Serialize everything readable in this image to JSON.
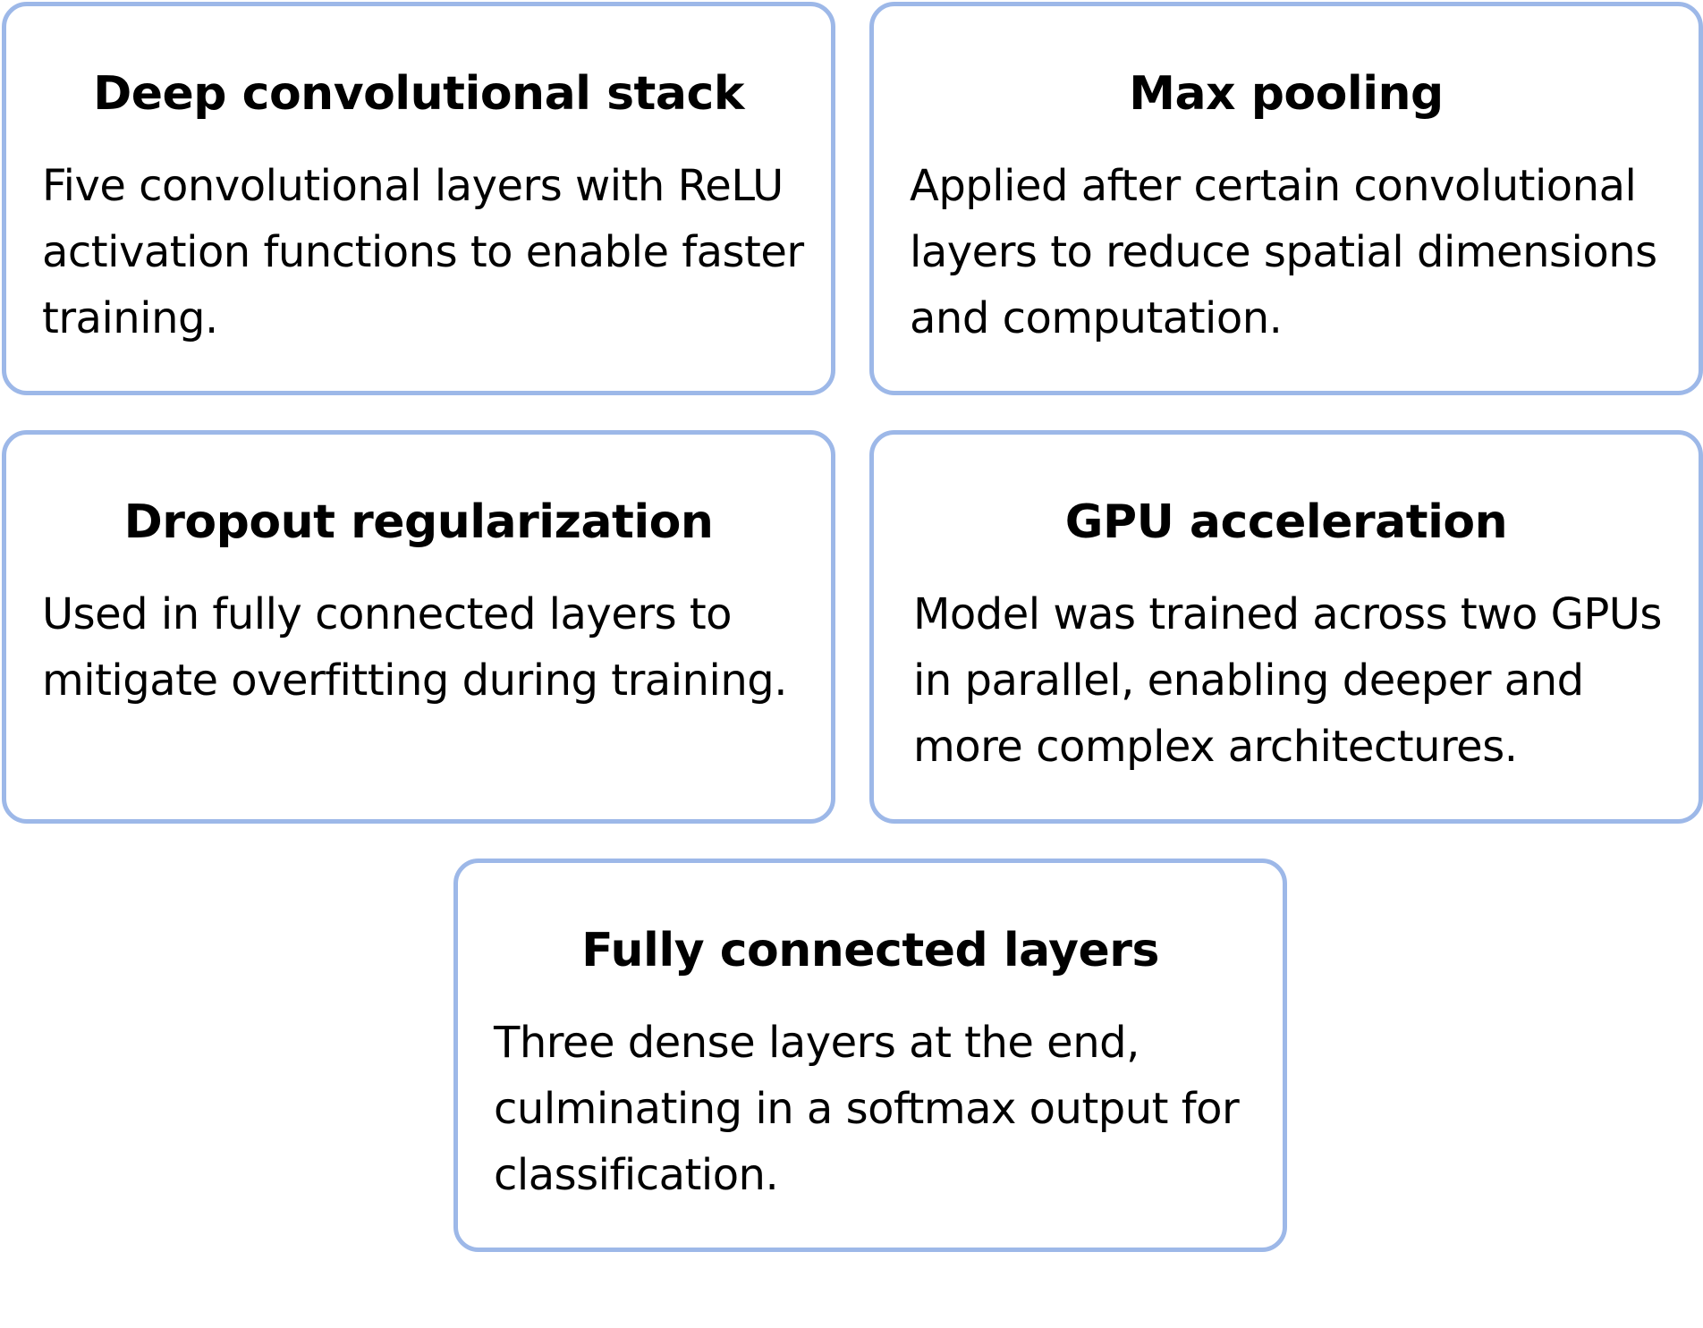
{
  "cards": [
    {
      "title": "Deep convolutional stack",
      "body": "Five convolutional layers with ReLU activation functions to enable faster training."
    },
    {
      "title": "Max pooling",
      "body": "Applied after certain convolutional layers to reduce spatial dimensions and computation."
    },
    {
      "title": "Dropout regularization",
      "body": "Used in fully connected layers to mitigate overfitting during training."
    },
    {
      "title": "GPU acceleration",
      "body": "Model was trained across two GPUs in parallel, enabling deeper and more complex architectures."
    },
    {
      "title": "Fully connected layers",
      "body": "Three dense layers at the end, culminating in a softmax output for classification."
    }
  ],
  "colors": {
    "card_border": "#9db8e8",
    "text": "#000000",
    "background": "#ffffff"
  }
}
